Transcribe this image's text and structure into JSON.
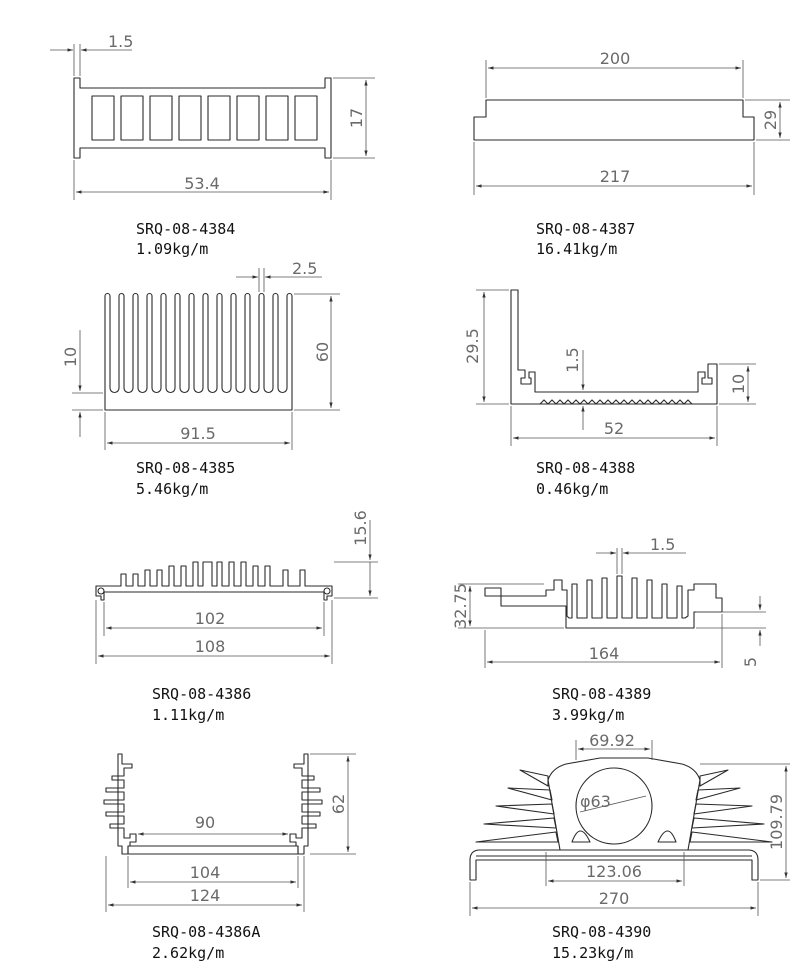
{
  "colors": {
    "line": "#2a2a2a",
    "dimension": "#6a6a6a",
    "label": "#111111"
  },
  "profiles": [
    {
      "code": "SRQ-08-4384",
      "weight": "1.09kg/m",
      "dims": {
        "thickness": "1.5",
        "height": "17",
        "width": "53.4"
      }
    },
    {
      "code": "SRQ-08-4387",
      "weight": "16.41kg/m",
      "dims": {
        "top": "200",
        "height": "29",
        "width": "217"
      }
    },
    {
      "code": "SRQ-08-4385",
      "weight": "5.46kg/m",
      "dims": {
        "fin": "2.5",
        "base": "10",
        "height": "60",
        "width": "91.5"
      }
    },
    {
      "code": "SRQ-08-4388",
      "weight": "0.46kg/m",
      "dims": {
        "height": "29.5",
        "wall": "1.5",
        "lip": "10",
        "width": "52"
      }
    },
    {
      "code": "SRQ-08-4386",
      "weight": "1.11kg/m",
      "dims": {
        "height": "15.6",
        "inner": "102",
        "width": "108"
      }
    },
    {
      "code": "SRQ-08-4389",
      "weight": "3.99kg/m",
      "dims": {
        "fin": "1.5",
        "height": "32.75",
        "width": "164",
        "base": "5"
      }
    },
    {
      "code": "SRQ-08-4386A",
      "weight": "2.62kg/m",
      "dims": {
        "inner": "90",
        "height": "62",
        "mid": "104",
        "width": "124"
      }
    },
    {
      "code": "SRQ-08-4390",
      "weight": "15.23kg/m",
      "dims": {
        "top": "69.92",
        "diameter": "φ63",
        "height": "109.79",
        "inner": "123.06",
        "width": "270"
      }
    }
  ]
}
